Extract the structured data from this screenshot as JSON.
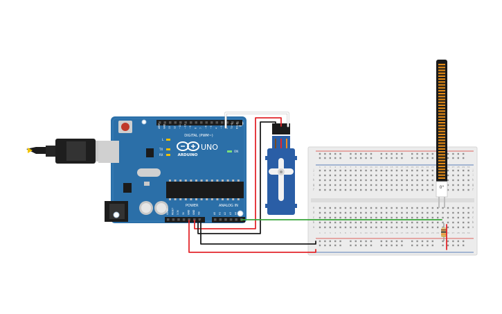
{
  "arduino": {
    "logo_text": "ARDUINO",
    "model": "UNO",
    "on_label": "ON",
    "header_digital": "DIGITAL (PWM~)",
    "header_power": "POWER",
    "header_analog": "ANALOG IN",
    "led_l": "L",
    "led_tx": "TX",
    "led_rx": "RX",
    "digital_pins": [
      "AREF",
      "GND",
      "13",
      "12",
      "~11",
      "~10",
      "~9",
      "8",
      "7",
      "~6",
      "~5",
      "4",
      "~3",
      "2",
      "TX→1",
      "RX←0"
    ],
    "power_pins": [
      "IOREF",
      "RESET",
      "3.3V",
      "5V",
      "GND",
      "GND",
      "Vin"
    ],
    "analog_pins": [
      "A0",
      "A1",
      "A2",
      "A3",
      "A4",
      "A5"
    ]
  },
  "breadboard": {
    "row_letters_top": [
      "j",
      "i",
      "h",
      "g",
      "f"
    ],
    "row_letters_bottom": [
      "e",
      "d",
      "c",
      "b",
      "a"
    ],
    "column_count": 30
  },
  "flex_sensor": {
    "angle_label": "0°"
  },
  "colors": {
    "pcb": "#2b6fa8",
    "pcb_dark": "#1f5a8c",
    "servo": "#2a5ea6",
    "wire_red": "#e3262b",
    "wire_black": "#1b1b1b",
    "wire_green": "#37a53a",
    "wire_white": "#ffffff",
    "rail_red": "#d9342b",
    "rail_blue": "#2a5aa6"
  }
}
